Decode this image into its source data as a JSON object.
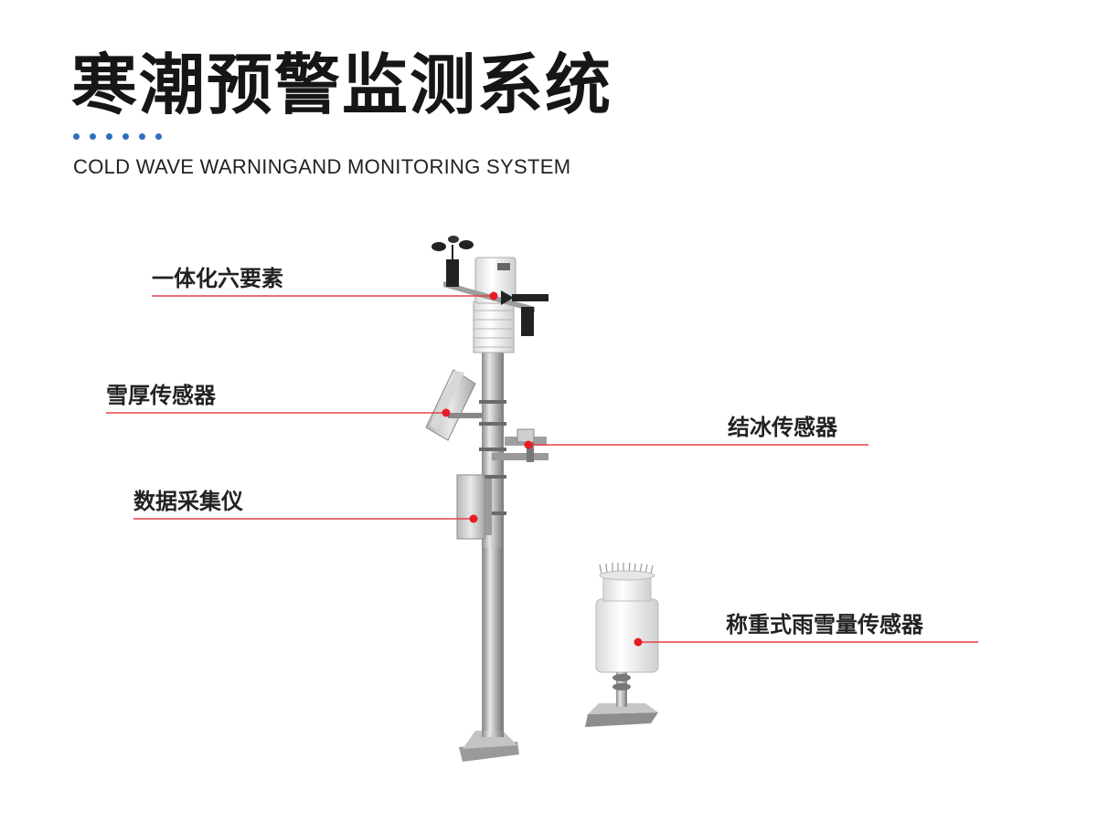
{
  "header": {
    "title": "寒潮预警监测系统",
    "subtitle": "COLD WAVE WARNINGAND MONITORING SYSTEM",
    "dot_count": 6,
    "dot_color": "#2f6fbf"
  },
  "callouts": [
    {
      "id": "six-element",
      "label": "一体化六要素"
    },
    {
      "id": "snow-depth",
      "label": "雪厚传感器"
    },
    {
      "id": "icing",
      "label": "结冰传感器"
    },
    {
      "id": "data-logger",
      "label": "数据采集仪"
    },
    {
      "id": "rain-snow-gauge",
      "label": "称重式雨雪量传感器"
    }
  ],
  "colors": {
    "leader_line": "#e8404a",
    "marker": "#e81c24",
    "title": "#161616"
  }
}
